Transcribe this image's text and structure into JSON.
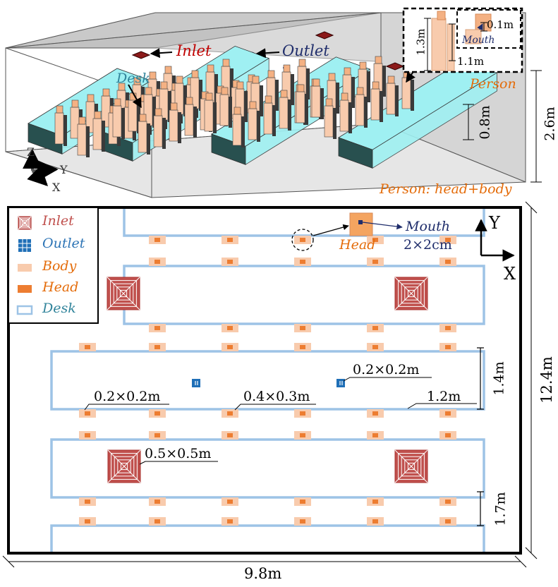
{
  "top_view": {
    "inlet_label": "Inlet",
    "outlet_label": "Outlet",
    "desk_label": "Desk",
    "person_label": "Person",
    "person_caption": "Person: head+body",
    "room_height": "2.6m",
    "desk_height": "0.8m",
    "inset_tall": "1.3m",
    "inset_short": "1.1m",
    "inset_mouth_offset": "0.1m",
    "inset_mouth_label": "Mouth",
    "axis_z": "Z",
    "axis_y": "Y",
    "axis_x": "X"
  },
  "plan_view": {
    "legend": [
      {
        "label": "Inlet",
        "color": "#c0504d"
      },
      {
        "label": "Outlet",
        "color": "#2e75b6"
      },
      {
        "label": "Body",
        "color": "#f8cbad"
      },
      {
        "label": "Head",
        "color": "#ed7d31"
      },
      {
        "label": "Desk",
        "color": "#9dc3e6"
      }
    ],
    "head_label": "Head",
    "mouth_label": "Mouth",
    "mouth_size": "2×2cm",
    "axis_y": "Y",
    "axis_x": "X",
    "inlet_size": "0.5×0.5m",
    "outlet_size": "0.2×0.2m",
    "body_size": "0.4×0.3m",
    "head_size": "0.2×0.2m",
    "desk_gap_wide": "1.4m",
    "desk_gap_narrow": "1.2m",
    "row_gap": "1.7m",
    "room_width": "9.8m",
    "room_length": "12.4m"
  },
  "colors": {
    "inlet": "#c0504d",
    "inlet_dark": "#a9302d",
    "outlet": "#1f6fb7",
    "body": "#f8cbad",
    "head": "#ed7d31",
    "desk": "#9dc3e6",
    "desk_3d": "#9ff0f2",
    "navy": "#1f2d6b",
    "teal": "#31849b",
    "orange": "#e46c0a"
  }
}
